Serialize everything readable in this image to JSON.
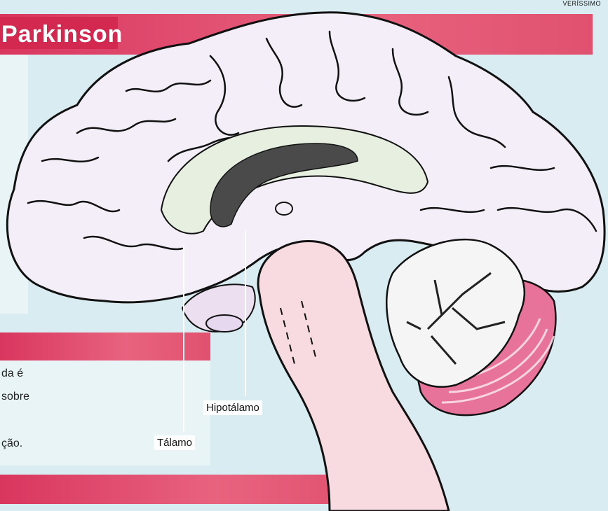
{
  "header": {
    "title": "Parkinson",
    "credit": "VERÍSSIMO"
  },
  "text_fragments": [
    "da é",
    "sobre",
    "ção."
  ],
  "labels": {
    "hypothalamus": "Hipotálamo",
    "thalamus": "Tálamo"
  },
  "colors": {
    "background": "#d9ecf1",
    "banner": "#e0506f",
    "brain_fill": "#f3eef7",
    "brainstem": "#f8dbe0",
    "cerebellum_stripes": "#e8739a",
    "ventricle": "#4a4a4a"
  }
}
